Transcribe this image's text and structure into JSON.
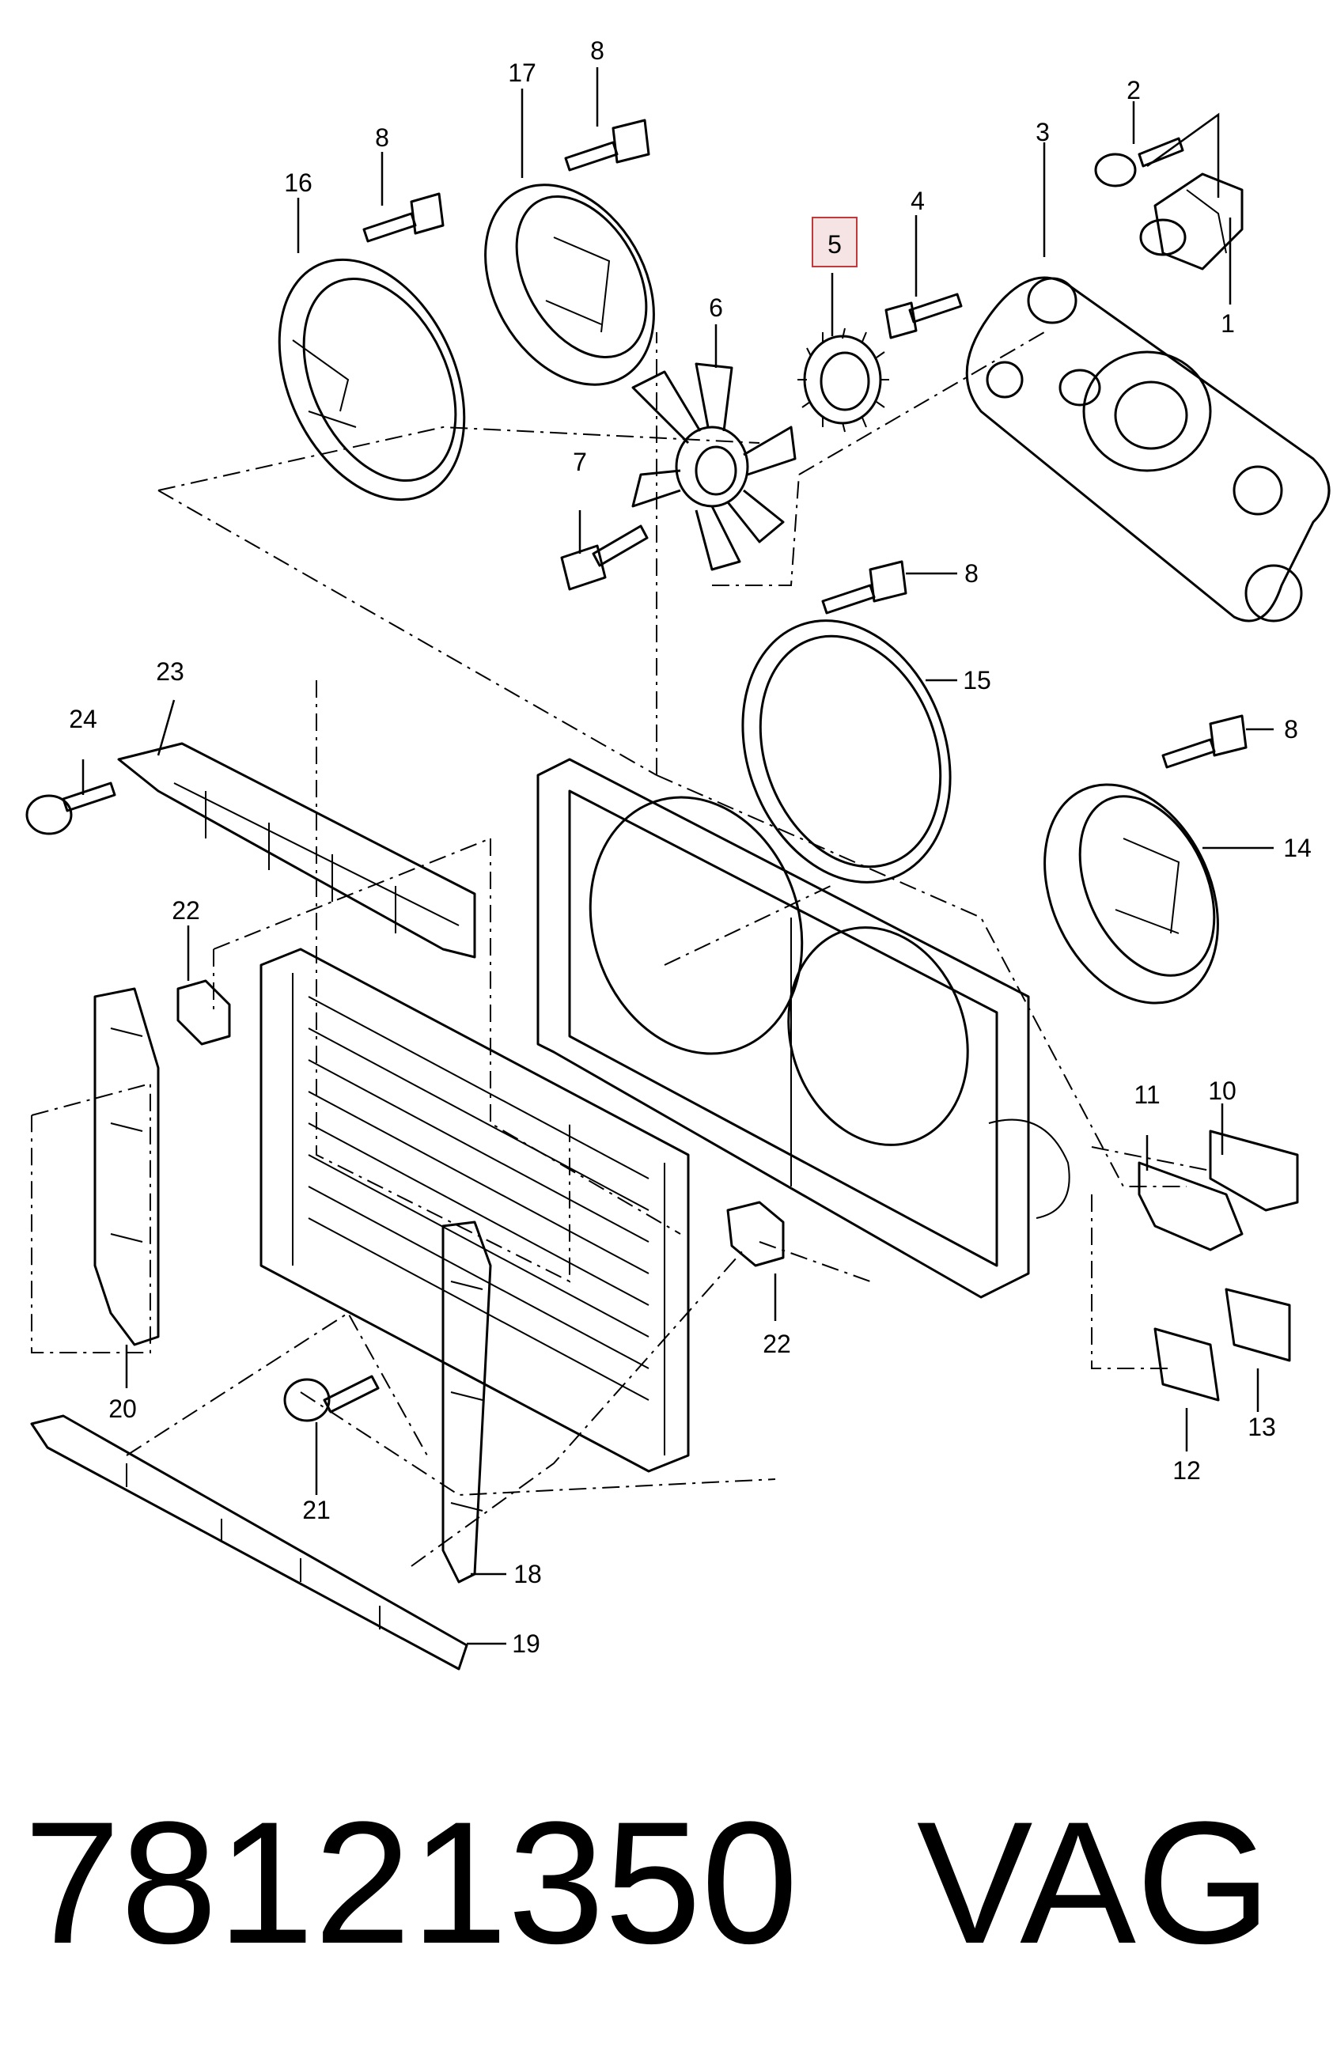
{
  "diagram": {
    "callouts": {
      "c1": "1",
      "c2": "2",
      "c3": "3",
      "c4": "4",
      "c5": "5",
      "c6": "6",
      "c7": "7",
      "c8a": "8",
      "c8b": "8",
      "c8c": "8",
      "c8d": "8",
      "c10": "10",
      "c11": "11",
      "c12": "12",
      "c13": "13",
      "c14": "14",
      "c15": "15",
      "c16": "16",
      "c17": "17",
      "c18": "18",
      "c19": "19",
      "c20": "20",
      "c21": "21",
      "c22a": "22",
      "c22b": "22",
      "c23": "23",
      "c24": "24"
    },
    "highlighted_callout": "5",
    "highlight_color": "#c0393b"
  },
  "footer": {
    "part_number": "78121350",
    "brand": "VAG"
  }
}
